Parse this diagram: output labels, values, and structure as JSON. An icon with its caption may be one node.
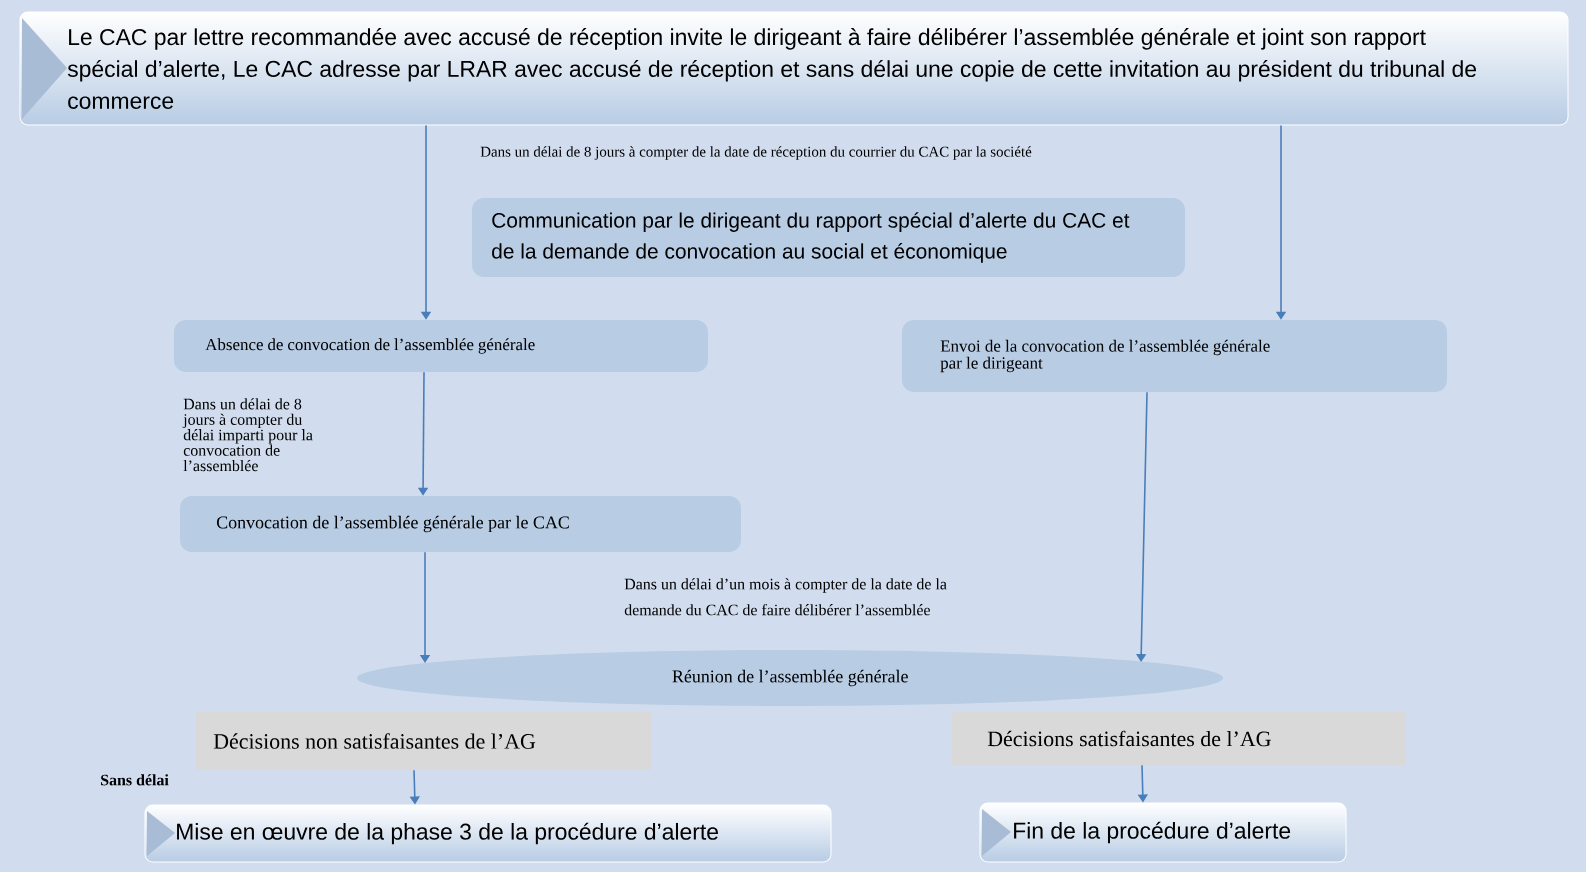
{
  "diagram": {
    "nodes": [
      {
        "text": [
          "Le CAC par lettre recommandée avec accusé de réception invite le dirigeant à faire délibérer l’assemblée générale et joint son rapport spécial d’alerte, Le CAC adresse par LRAR avec accusé de réception et sans délai une copie de cette invitation au président du tribunal de commerce"
        ]
      },
      {
        "text": [
          "Communication par le dirigeant du rapport spécial d’alerte du CAC et de la demande de convocation au social et économique"
        ]
      },
      {
        "text": [
          "Absence de convocation de l’assemblée générale"
        ]
      },
      {
        "text": [
          "Envoi de la convocation de l’assemblée générale par le dirigeant"
        ]
      },
      {
        "text": [
          "Convocation de l’assemblée générale par le CAC"
        ]
      },
      {
        "text": [
          "Réunion de l’assemblée générale"
        ]
      },
      {
        "text": [
          "Décisions non satisfaisantes de l’AG"
        ]
      },
      {
        "text": [
          "Décisions satisfaisantes de l’AG"
        ]
      },
      {
        "text": [
          "Mise en œuvre de la phase 3 de la procédure d’alerte"
        ]
      },
      {
        "text": [
          "Fin de la procédure d’alerte"
        ]
      }
    ],
    "edges": [
      {
        "from": 0,
        "to": 2,
        "arrow": "to"
      },
      {
        "from": 0,
        "to": 3,
        "arrow": "to"
      },
      {
        "from": 2,
        "to": 4,
        "arrow": "to"
      },
      {
        "from": 4,
        "to": 5,
        "arrow": "to"
      },
      {
        "from": 3,
        "to": 5,
        "arrow": "to"
      },
      {
        "from": 6,
        "to": 8,
        "arrow": "to"
      },
      {
        "from": 7,
        "to": 9,
        "arrow": "to"
      }
    ],
    "labels": [
      "Dans un délai de 8 jours à compter de la date de réception du courrier du CAC par la société",
      "Dans un délai de 8 jours à compter du délai imparti pour la convocation de l’assemblée",
      "Dans un délai d’un mois à compter de la date de la demande du CAC de faire délibérer l’assemblée",
      "Sans délai"
    ]
  }
}
